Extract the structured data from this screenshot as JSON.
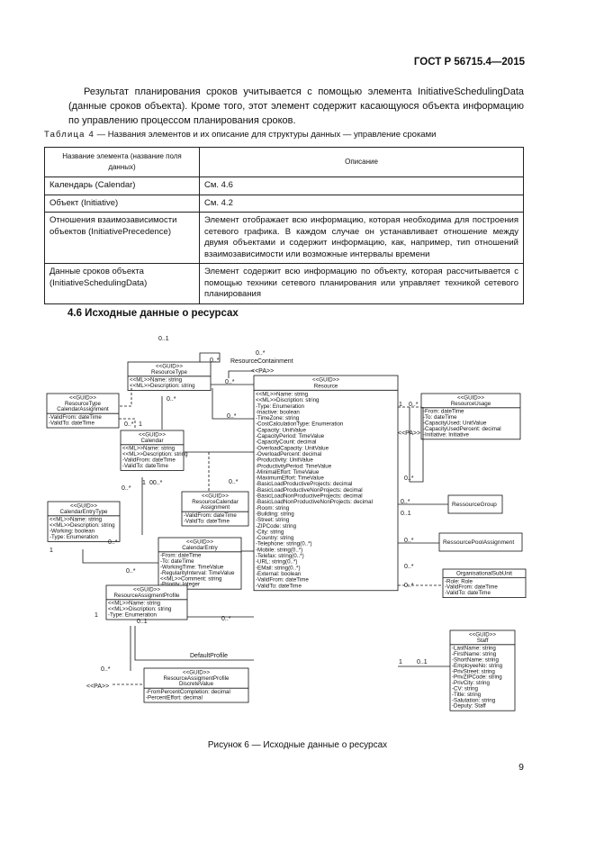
{
  "header": "ГОСТ Р 56715.4—2015",
  "paragraph": "Результат планирования сроков учитывается с помощью элемента InitiativeSchedulingData (данные сроков объекта). Кроме того, этот элемент содержит касающуюся объекта информацию по управлению процессом планирования сроков.",
  "table_caption_label": "Таблица 4",
  "table_caption_text": " — Названия элементов и их описание для структуры данных — управление сроками",
  "table": {
    "col1_header": "Название элемента (название поля данных)",
    "col2_header": "Описание",
    "rows": [
      {
        "name": "Календарь (Calendar)",
        "desc": "См. 4.6"
      },
      {
        "name": "Объект (Initiative)",
        "desc": "См. 4.2"
      },
      {
        "name": "Отношения взаимозависимости объектов (InitiativePrecedence)",
        "desc": "Элемент отображает всю информацию, которая необходима для построения сетевого графика. В каждом случае он устанавливает отношение между двумя объектами и содержит информацию, как, например, тип отношений взаимозависимости или возможные интервалы времени"
      },
      {
        "name": "Данные сроков объекта (InitiativeSchedulingData)",
        "desc": "Элемент содержит всю информацию по объекту, которая рассчитывается с помощью техники сетевого планирования или управляет техникой сетевого планирования"
      }
    ]
  },
  "section_title": "4.6 Исходные данные о ресурсах",
  "diagram": {
    "boxes": {
      "resource_type": {
        "stereo": "<<GUID>>",
        "name": "ResourceType",
        "attrs": [
          "<<ML>>Name: string",
          "<<ML>>Description: string"
        ]
      },
      "rt_cal_assign": {
        "stereo": "<<GUID>>",
        "name": "ResourceType",
        "name2": "CalendarAssignment",
        "attrs": [
          "-ValidFrom: dateTime",
          "-ValidTo: dateTime"
        ]
      },
      "calendar": {
        "stereo": "<<GUID>>",
        "name": "Calendar",
        "attrs": [
          "<<ML>>Name: string",
          "<<ML>>Description: string",
          "-ValidFrom: dateTime",
          "-ValidTo: dateTime"
        ]
      },
      "res_cal_assign": {
        "stereo": "<<GUID>>",
        "name": "ResourceCalendar",
        "name2": "Assignment",
        "attrs": [
          "-ValidFrom: dateTime",
          "-ValidTo: dateTime"
        ]
      },
      "cal_entry_type": {
        "stereo": "<<GUID>>",
        "name": "CalendarEntryType",
        "attrs": [
          "<<ML>>Name: string",
          "<<ML>>Description: string",
          "-Working: boolean",
          "-Type: Enumeration"
        ]
      },
      "cal_entry": {
        "stereo": "<<GUID>>",
        "name": "CalendarEntry",
        "attrs": [
          "-From: dateTime",
          "-To: dateTime",
          "-WorkingTime: TimeValue",
          "-RegularityInterval: TimeValue",
          "<<ML>>Comment: string",
          "-Priority: Integer"
        ]
      },
      "res_assign_profile": {
        "stereo": "<<GUID>>",
        "name": "ResourceAssigmentProfile",
        "attrs": [
          "<<ML>>Name: string",
          "<<ML>>Discription: string",
          "-Type: Enumeration"
        ]
      },
      "rap_discrete": {
        "stereo": "<<GUID>>",
        "name": "ResourceAssigmentProfile",
        "name2": "DiscreteValue",
        "attrs": [
          "-FromPercentCompletion: decimal",
          "-PercentEffort: decimal"
        ]
      },
      "resource": {
        "stereo": "<<GUID>>",
        "name": "Resource",
        "attrs": [
          "<<ML>>Name: string",
          "<<ML>>Discription: string",
          "-Type: Enumeration",
          "-Inactive: boolean",
          "-TimeZone: string",
          "-CostCalculationType: Enumeration",
          "-Capacity: UnitValue",
          "-CapacityPeriod: TimeValue",
          "-CapacityCount: decimal",
          "-OverloadCapacity: UnitValue",
          "-OverloadPercent: decimal",
          "-Productivity: UnitValue",
          "-ProductivityPeriod: TimeValue",
          "-MinimalEffort: TimeValue",
          "-MaximumEffort: TimeValue",
          "-BasicLoadProductiveProjects: decimal",
          "-BasicLoadProductiveNonProjects: decimal",
          "-BasicLoadNonProductiveProjects: decimal",
          "-BasicLoadNonProductiveNonProjects: decimal",
          "-Room: string",
          "-Building: string",
          "-Street: string",
          "-ZIPCode: string",
          "-City: string",
          "-Country: string",
          "-Telephone: string(0..*)",
          "-Mobile: string(0..*)",
          "-Telefax: string(0..*)",
          "-URL: string(0..*)",
          "-EMail: string(0..*)",
          "-External: boolean",
          "-ValidFrom: dateTime",
          "-ValidTo: dateTime"
        ]
      },
      "resource_usage": {
        "stereo": "<<GUID>>",
        "name": "ResourceUsage",
        "attrs": [
          "-From: dateTime",
          "-To: dateTime",
          "-CapacityUsed: UnitValue",
          "-CapacityUsedPercent: decimal",
          "-Initiative: Initiative"
        ]
      },
      "resource_group": {
        "name": "RessourceGroup"
      },
      "resource_pool_assign": {
        "name": "RessourcePoolAssignment"
      },
      "org_sub_unit": {
        "name": "OrganisationalSubUnit",
        "attrs": [
          "-Role: Role",
          "-ValidFrom: dateTime",
          "-ValidTo: dateTime"
        ]
      },
      "staff": {
        "stereo": "<<GUID>>",
        "name": "Staff",
        "attrs": [
          "-LastName: string",
          "-FirstName: string",
          "-ShortName: string",
          "-EmployeeNo: string",
          "-PrivStreet: string",
          "-PrivZIPCode: string",
          "-PrivCity: string",
          "-CV: string",
          "-Title: string",
          "-Salutation: string",
          "-Deputy: Staff"
        ]
      }
    },
    "labels": {
      "m_01": "0..1",
      "m_0s": "0..*",
      "m_1": "1",
      "m_00s": "00..*",
      "m_0_1": "0..1",
      "pa": "<<PA>>",
      "resource_containment": "ResourceContainment",
      "default_profile": "DefaultProfile"
    }
  },
  "figure_caption": "Рисунок 6 — Исходные данные о ресурсах",
  "page_number": "9"
}
